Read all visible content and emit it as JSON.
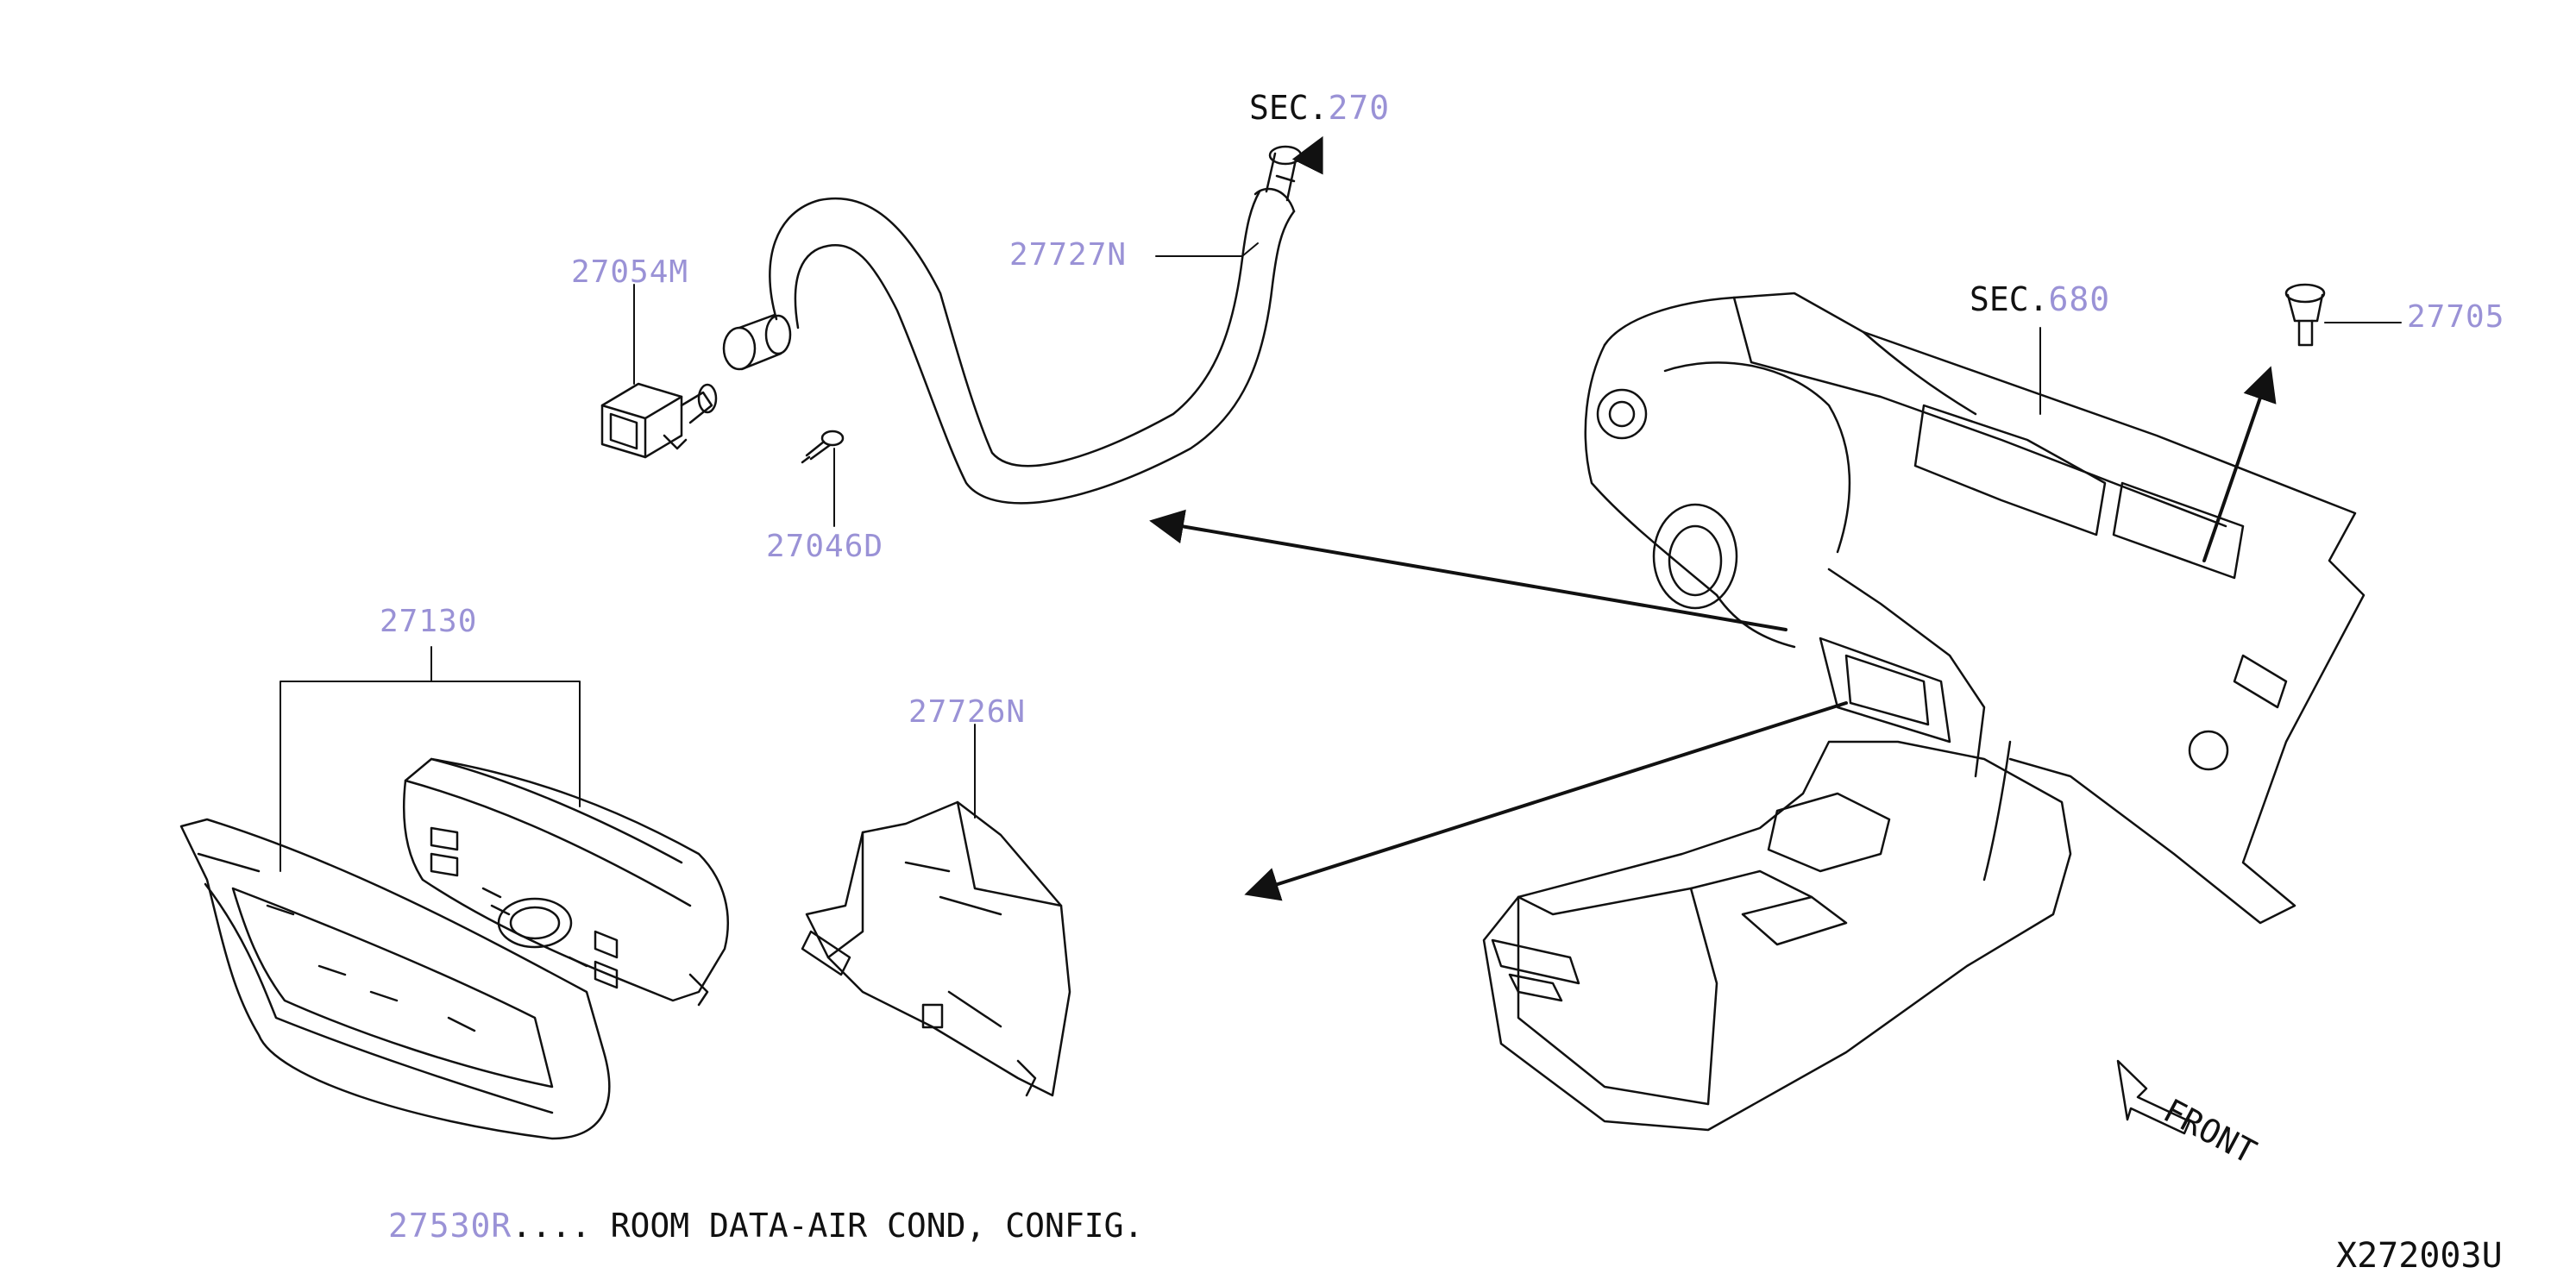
{
  "diagram": {
    "colors": {
      "line": "#111111",
      "part_number": "#9a92d6"
    },
    "labels": {
      "sec_270_prefix": "SEC.",
      "sec_270_num": "270",
      "sec_680_prefix": "SEC.",
      "sec_680_num": "680",
      "p27727n": "27727N",
      "p27054m": "27054M",
      "p27046d": "27046D",
      "p27705": "27705",
      "p27130": "27130",
      "p27726n": "27726N",
      "p27530r": "27530R",
      "note_text": ".... ROOM DATA-AIR COND, CONFIG.",
      "front": "FRONT",
      "drawing_code": "X272003U"
    }
  }
}
